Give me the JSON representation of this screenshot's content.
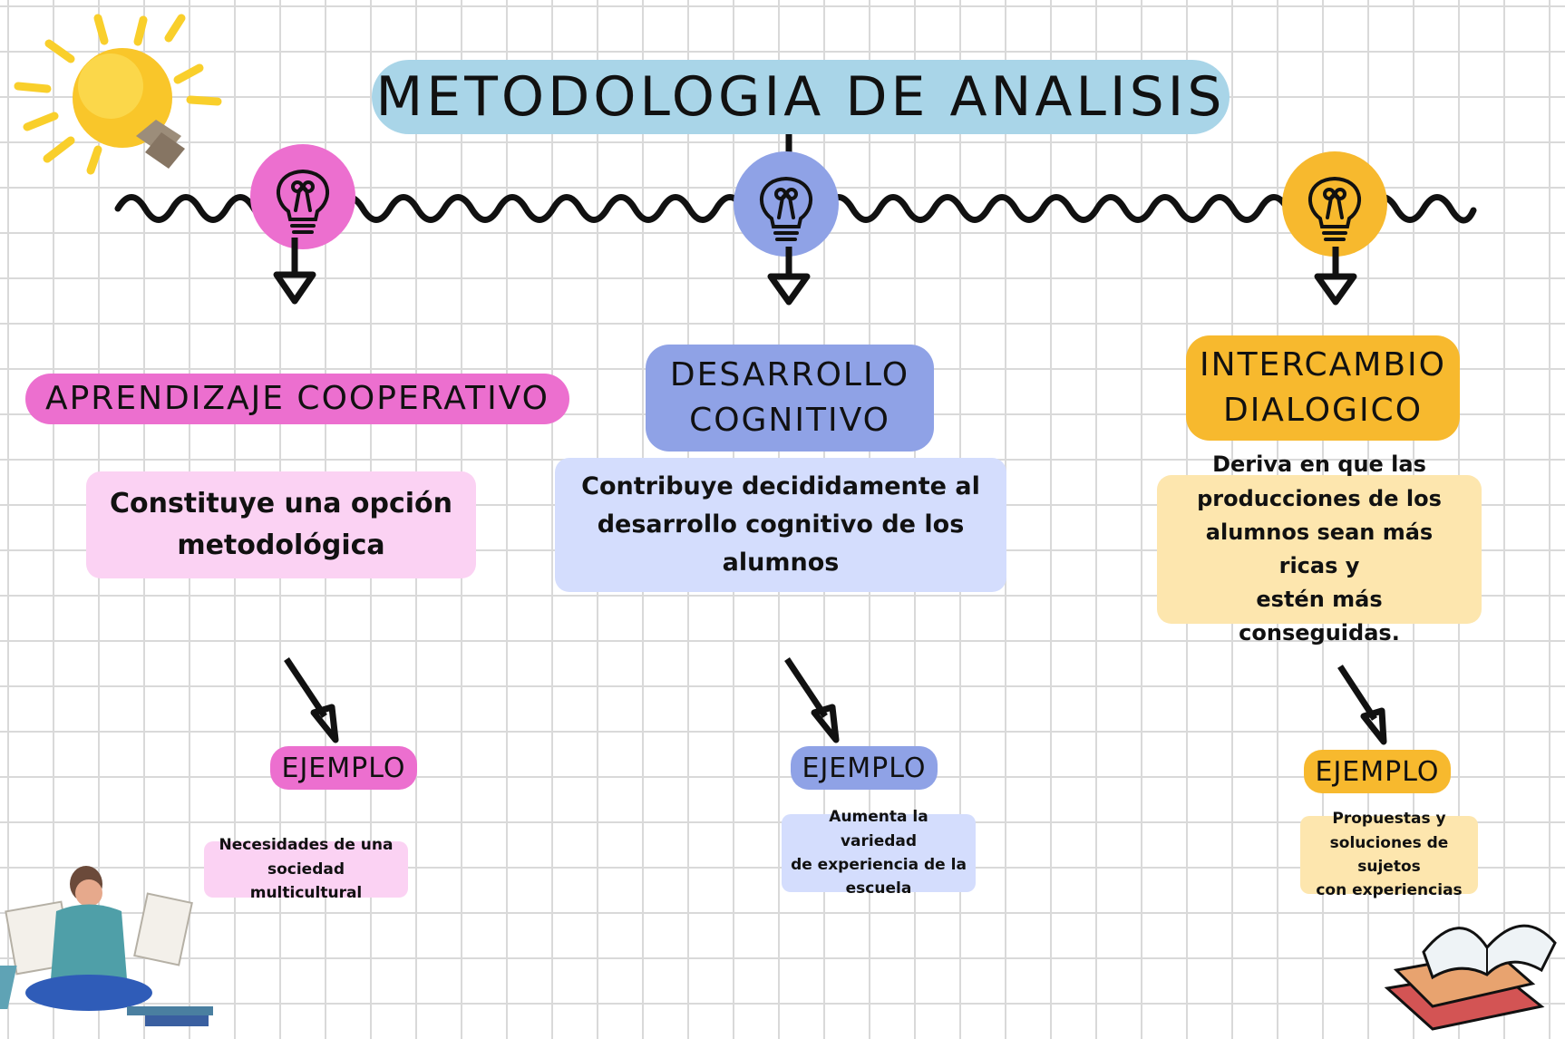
{
  "title": "METODOLOGIA DE ANALISIS",
  "colors": {
    "pink": "#ec6fcf",
    "pink_light": "#fbd2f3",
    "blue": "#8fa2e6",
    "blue_light": "#d4ddfd",
    "yellow": "#f7b92e",
    "yellow_light": "#fde6ae",
    "title_bg": "#a9d5e8"
  },
  "columns": [
    {
      "heading": [
        "APRENDIZAJE COOPERATIVO"
      ],
      "description": [
        "Constituye una opción",
        "metodológica"
      ],
      "example_label": "EJEMPLO",
      "example": [
        "Necesidades de una",
        "sociedad multicultural"
      ]
    },
    {
      "heading": [
        "DESARROLLO",
        "COGNITIVO"
      ],
      "description": [
        "Contribuye decididamente al",
        "desarrollo cognitivo de los",
        "alumnos"
      ],
      "example_label": "EJEMPLO",
      "example": [
        "Aumenta la variedad",
        "de experiencia de la",
        "escuela"
      ]
    },
    {
      "heading": [
        "INTERCAMBIO",
        "DIALOGICO"
      ],
      "description": [
        "Deriva en que las",
        "producciones de los",
        "alumnos sean más ricas y",
        "estén más conseguidas."
      ],
      "example_label": "EJEMPLO",
      "example": [
        "Propuestas y",
        "soluciones de sujetos",
        "con experiencias"
      ]
    }
  ]
}
